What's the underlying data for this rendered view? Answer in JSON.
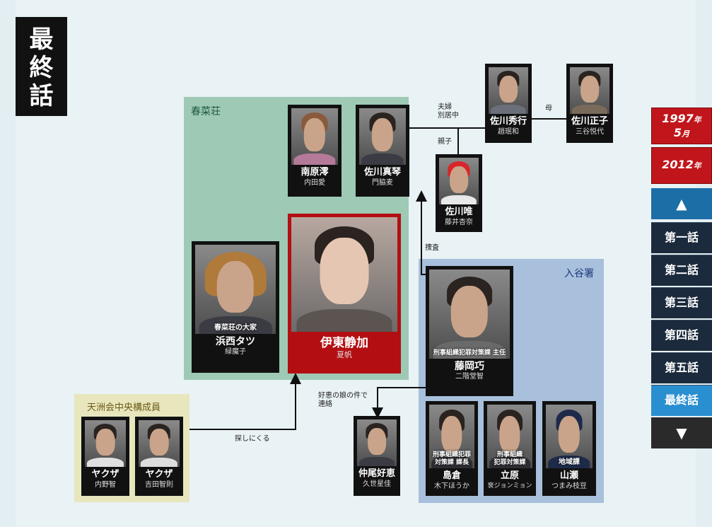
{
  "title_chars": [
    "最",
    "終",
    "話"
  ],
  "groups": {
    "haruna": "春菜荘",
    "iriya": "入谷署",
    "tenshu": "天洲会中央構成員"
  },
  "cards": {
    "minamihara": {
      "name": "南原澪",
      "actor": "内田愛"
    },
    "makoto": {
      "name": "佐川真琴",
      "actor": "門脇麦"
    },
    "hideyuki": {
      "name": "佐川秀行",
      "actor": "趙珉和"
    },
    "masako": {
      "name": "佐川正子",
      "actor": "三谷悦代"
    },
    "yui": {
      "name": "佐川唯",
      "actor": "藤井杏奈"
    },
    "ito": {
      "name": "伊東静加",
      "actor": "夏帆"
    },
    "hamanishi": {
      "role": "春菜荘の大家",
      "name": "浜西タツ",
      "actor": "緑魔子"
    },
    "fujioka": {
      "role": "刑事組織犯罪対策課 主任",
      "name": "藤岡巧",
      "actor": "二階堂智"
    },
    "nakao": {
      "name": "仲尾好恵",
      "actor": "久世星佳"
    },
    "shimakura": {
      "role1": "刑事組織犯罪",
      "role2": "対策課 課長",
      "name": "島倉",
      "actor": "木下ほうか"
    },
    "tachihara": {
      "role1": "刑事組織",
      "role2": "犯罪対策課",
      "name": "立原",
      "actor": "裵ジョンミョン"
    },
    "yamase": {
      "role": "地域課",
      "name": "山瀬",
      "actor": "つまみ枝豆"
    },
    "yakuza1": {
      "name": "ヤクザ",
      "actor": "内野智"
    },
    "yakuza2": {
      "name": "ヤクザ",
      "actor": "吉田智則"
    }
  },
  "relations": {
    "fuufu1": "夫婦",
    "fuufu2": "別居中",
    "haha": "母",
    "oyako": "親子",
    "sousa": "捜査",
    "renraku1": "好恵の娘の件で",
    "renraku2": "連絡",
    "sagashi": "探しにくる"
  },
  "nav": {
    "year1_num": "1997",
    "year1_unit": "年",
    "year1_month": "5",
    "year1_month_unit": "月",
    "year2_num": "2012",
    "year2_unit": "年",
    "up": "▲",
    "down": "▼",
    "episodes": [
      "第一話",
      "第二話",
      "第三話",
      "第四話",
      "第五話",
      "最終話"
    ]
  },
  "colors": {
    "haruna_bg": "#9ec9b5",
    "iriya_bg": "#a8c0dc",
    "tenshu_bg": "#e8e6bd",
    "accent_red": "#c0161b",
    "nav_blue": "#2a8fd0"
  }
}
